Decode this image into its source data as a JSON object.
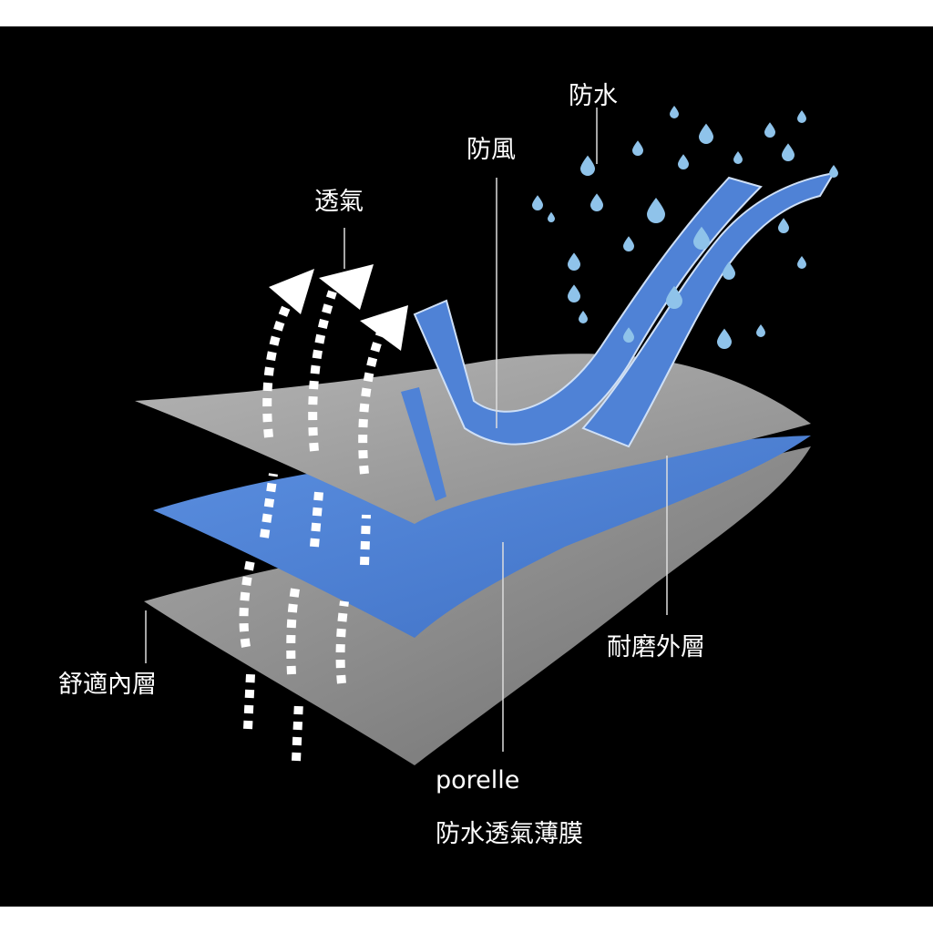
{
  "labels": {
    "waterproof": "防水",
    "windproof": "防風",
    "breathable": "透氣",
    "outer_layer": "耐磨外層",
    "inner_layer": "舒適內層",
    "membrane_brand": "porelle",
    "membrane_name": "防水透氣薄膜"
  },
  "colors": {
    "background": "#000000",
    "gray_layer": "#9a9a9a",
    "blue_layer": "#4f82d6",
    "drops": "#8fc3ea"
  }
}
